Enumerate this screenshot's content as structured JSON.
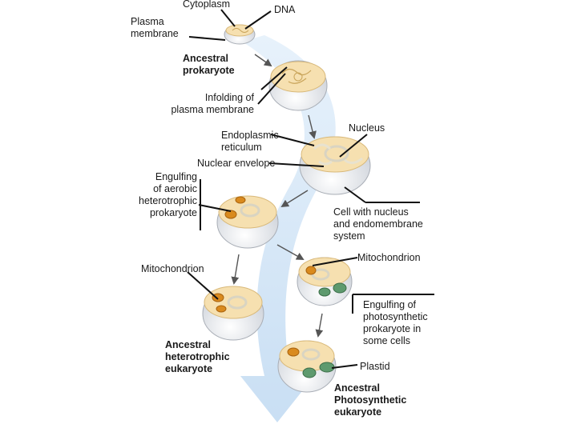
{
  "labels": {
    "cytoplasm": "Cytoplasm",
    "dna": "DNA",
    "plasma_membrane": "Plasma\nmembrane",
    "ancestral_prokaryote": "Ancestral\nprokaryote",
    "infolding": "Infolding of\nplasma membrane",
    "nucleus": "Nucleus",
    "endoplasmic_reticulum": "Endoplasmic\nreticulum",
    "nuclear_envelope": "Nuclear envelope",
    "engulfing_aerobic": "Engulfing\nof aerobic\nheterotrophic\nprokaryote",
    "cell_with_nucleus": "Cell with nucleus\nand endomembrane\nsystem",
    "mitochondrion_left": "Mitochondrion",
    "mitochondrion_right": "Mitochondrion",
    "engulfing_photosynthetic": "Engulfing of\nphotosynthetic\nprokaryote in\nsome cells",
    "ancestral_heterotrophic": "Ancestral\nheterotrophic\neukaryote",
    "plastid": "Plastid",
    "ancestral_photosynthetic": "Ancestral\nPhotosynthetic\neukaryote"
  },
  "colors": {
    "cytoplasm": "#f6e0b0",
    "membrane": "#d9d4c2",
    "mitochondrion": "#d98a1e",
    "plastid": "#5e9a6e",
    "flow_arrow": "#cfe4f5"
  }
}
